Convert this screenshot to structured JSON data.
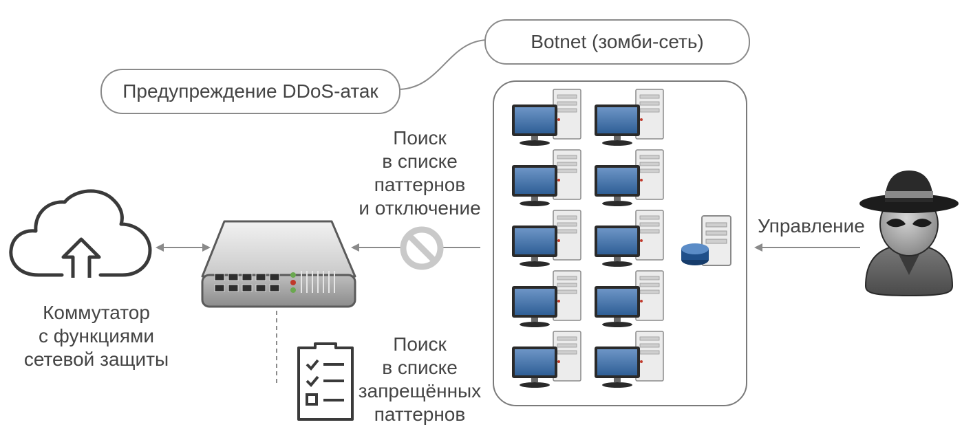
{
  "bubbles": {
    "botnet": "Botnet (зомби-сеть)",
    "ddos_warning": "Предупреждение DDoS-атак"
  },
  "labels": {
    "search_patterns": [
      "Поиск",
      "в списке",
      "паттернов",
      "и отключение"
    ],
    "search_banned": [
      "Поиск",
      "в списке",
      "запрещённых",
      "паттернов"
    ],
    "switch": [
      "Коммутатор",
      "с функциями",
      "сетевой защиты"
    ],
    "control": "Управление"
  },
  "icons": {
    "cloud": "cloud-upload-icon",
    "switch": "network-switch-icon",
    "block": "no-entry-icon",
    "checklist": "checklist-icon",
    "computer": "desktop-computer-icon",
    "server": "database-server-icon",
    "hacker": "hacker-spy-icon"
  },
  "colors": {
    "line": "#8a8a8a",
    "monitor_screen": "#2f5f96",
    "database": "#1f4f8a",
    "block_sign": "#c9c9c9"
  }
}
